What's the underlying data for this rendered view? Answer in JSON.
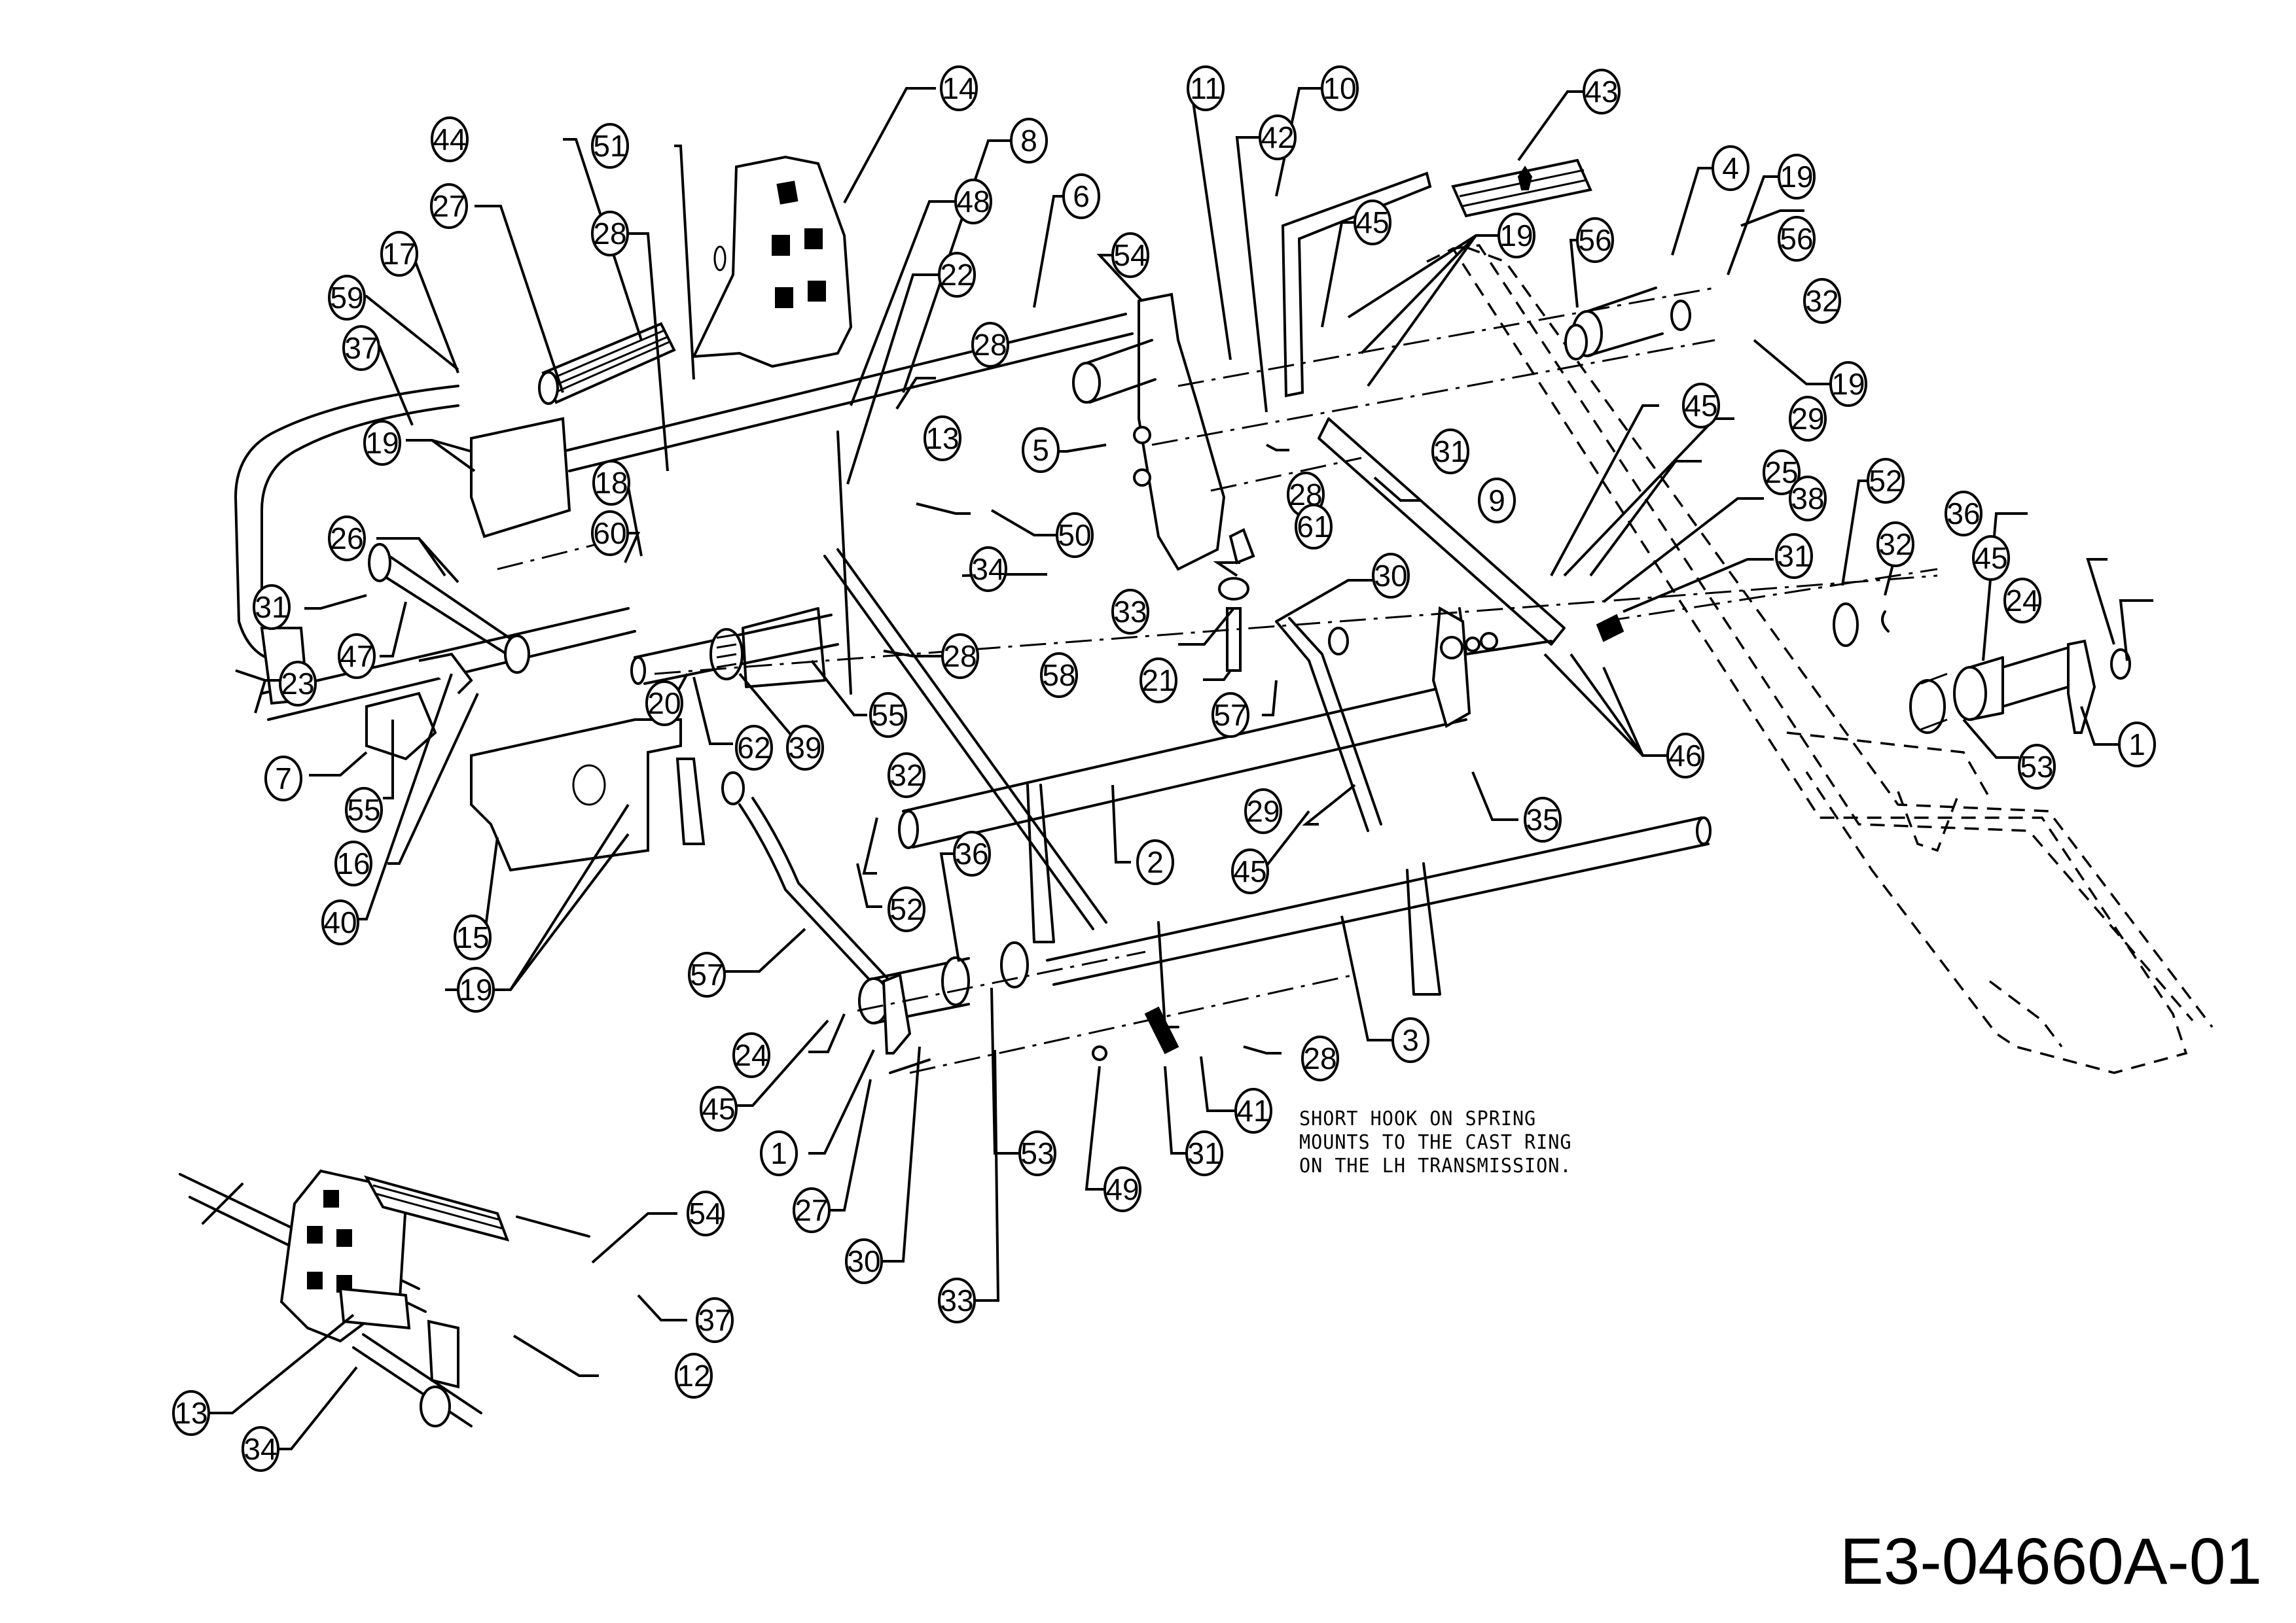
{
  "document": {
    "type": "exploded parts diagram",
    "drawing_number": "E3-04660A-01",
    "note": [
      "SHORT HOOK ON SPRING",
      "MOUNTS TO THE CAST RING",
      "ON THE LH TRANSMISSION."
    ]
  },
  "callouts": [
    {
      "id": "14",
      "label": "14"
    },
    {
      "id": "8",
      "label": "8"
    },
    {
      "id": "48",
      "label": "48"
    },
    {
      "id": "22",
      "label": "22"
    },
    {
      "id": "6",
      "label": "6"
    },
    {
      "id": "54a",
      "label": "54"
    },
    {
      "id": "11",
      "label": "11"
    },
    {
      "id": "10",
      "label": "10"
    },
    {
      "id": "42",
      "label": "42"
    },
    {
      "id": "43",
      "label": "43"
    },
    {
      "id": "45a",
      "label": "45"
    },
    {
      "id": "19a",
      "label": "19"
    },
    {
      "id": "56a",
      "label": "56"
    },
    {
      "id": "4",
      "label": "4"
    },
    {
      "id": "19b",
      "label": "19"
    },
    {
      "id": "56b",
      "label": "56"
    },
    {
      "id": "32a",
      "label": "32"
    },
    {
      "id": "19c",
      "label": "19"
    },
    {
      "id": "44",
      "label": "44"
    },
    {
      "id": "51",
      "label": "51"
    },
    {
      "id": "27a",
      "label": "27"
    },
    {
      "id": "28a",
      "label": "28"
    },
    {
      "id": "17",
      "label": "17"
    },
    {
      "id": "59",
      "label": "59"
    },
    {
      "id": "37a",
      "label": "37"
    },
    {
      "id": "19d",
      "label": "19"
    },
    {
      "id": "28b",
      "label": "28"
    },
    {
      "id": "13a",
      "label": "13"
    },
    {
      "id": "5",
      "label": "5"
    },
    {
      "id": "31a",
      "label": "31"
    },
    {
      "id": "9",
      "label": "9"
    },
    {
      "id": "45b",
      "label": "45"
    },
    {
      "id": "29a",
      "label": "29"
    },
    {
      "id": "25",
      "label": "25"
    },
    {
      "id": "38",
      "label": "38"
    },
    {
      "id": "31b",
      "label": "31"
    },
    {
      "id": "52a",
      "label": "52"
    },
    {
      "id": "32b",
      "label": "32"
    },
    {
      "id": "36a",
      "label": "36"
    },
    {
      "id": "45c",
      "label": "45"
    },
    {
      "id": "24a",
      "label": "24"
    },
    {
      "id": "18",
      "label": "18"
    },
    {
      "id": "26",
      "label": "26"
    },
    {
      "id": "60",
      "label": "60"
    },
    {
      "id": "50",
      "label": "50"
    },
    {
      "id": "28c",
      "label": "28"
    },
    {
      "id": "61",
      "label": "61"
    },
    {
      "id": "34a",
      "label": "34"
    },
    {
      "id": "30a",
      "label": "30"
    },
    {
      "id": "33a",
      "label": "33"
    },
    {
      "id": "31c",
      "label": "31"
    },
    {
      "id": "47",
      "label": "47"
    },
    {
      "id": "28d",
      "label": "28"
    },
    {
      "id": "21",
      "label": "21"
    },
    {
      "id": "58",
      "label": "58"
    },
    {
      "id": "57a",
      "label": "57"
    },
    {
      "id": "46",
      "label": "46"
    },
    {
      "id": "1a",
      "label": "1"
    },
    {
      "id": "53a",
      "label": "53"
    },
    {
      "id": "23",
      "label": "23"
    },
    {
      "id": "20",
      "label": "20"
    },
    {
      "id": "62",
      "label": "62"
    },
    {
      "id": "39",
      "label": "39"
    },
    {
      "id": "55a",
      "label": "55"
    },
    {
      "id": "7",
      "label": "7"
    },
    {
      "id": "55b",
      "label": "55"
    },
    {
      "id": "29b",
      "label": "29"
    },
    {
      "id": "35",
      "label": "35"
    },
    {
      "id": "2",
      "label": "2"
    },
    {
      "id": "32c",
      "label": "32"
    },
    {
      "id": "16",
      "label": "16"
    },
    {
      "id": "45d",
      "label": "45"
    },
    {
      "id": "52b",
      "label": "52"
    },
    {
      "id": "40",
      "label": "40"
    },
    {
      "id": "15",
      "label": "15"
    },
    {
      "id": "19e",
      "label": "19"
    },
    {
      "id": "36b",
      "label": "36"
    },
    {
      "id": "3",
      "label": "3"
    },
    {
      "id": "57b",
      "label": "57"
    },
    {
      "id": "24b",
      "label": "24"
    },
    {
      "id": "28e",
      "label": "28"
    },
    {
      "id": "45e",
      "label": "45"
    },
    {
      "id": "41",
      "label": "41"
    },
    {
      "id": "1b",
      "label": "1"
    },
    {
      "id": "31d",
      "label": "31"
    },
    {
      "id": "53b",
      "label": "53"
    },
    {
      "id": "27b",
      "label": "27"
    },
    {
      "id": "49",
      "label": "49"
    },
    {
      "id": "30b",
      "label": "30"
    },
    {
      "id": "33b",
      "label": "33"
    },
    {
      "id": "54b",
      "label": "54"
    },
    {
      "id": "37b",
      "label": "37"
    },
    {
      "id": "12",
      "label": "12"
    },
    {
      "id": "13b",
      "label": "13"
    },
    {
      "id": "34b",
      "label": "34"
    }
  ]
}
